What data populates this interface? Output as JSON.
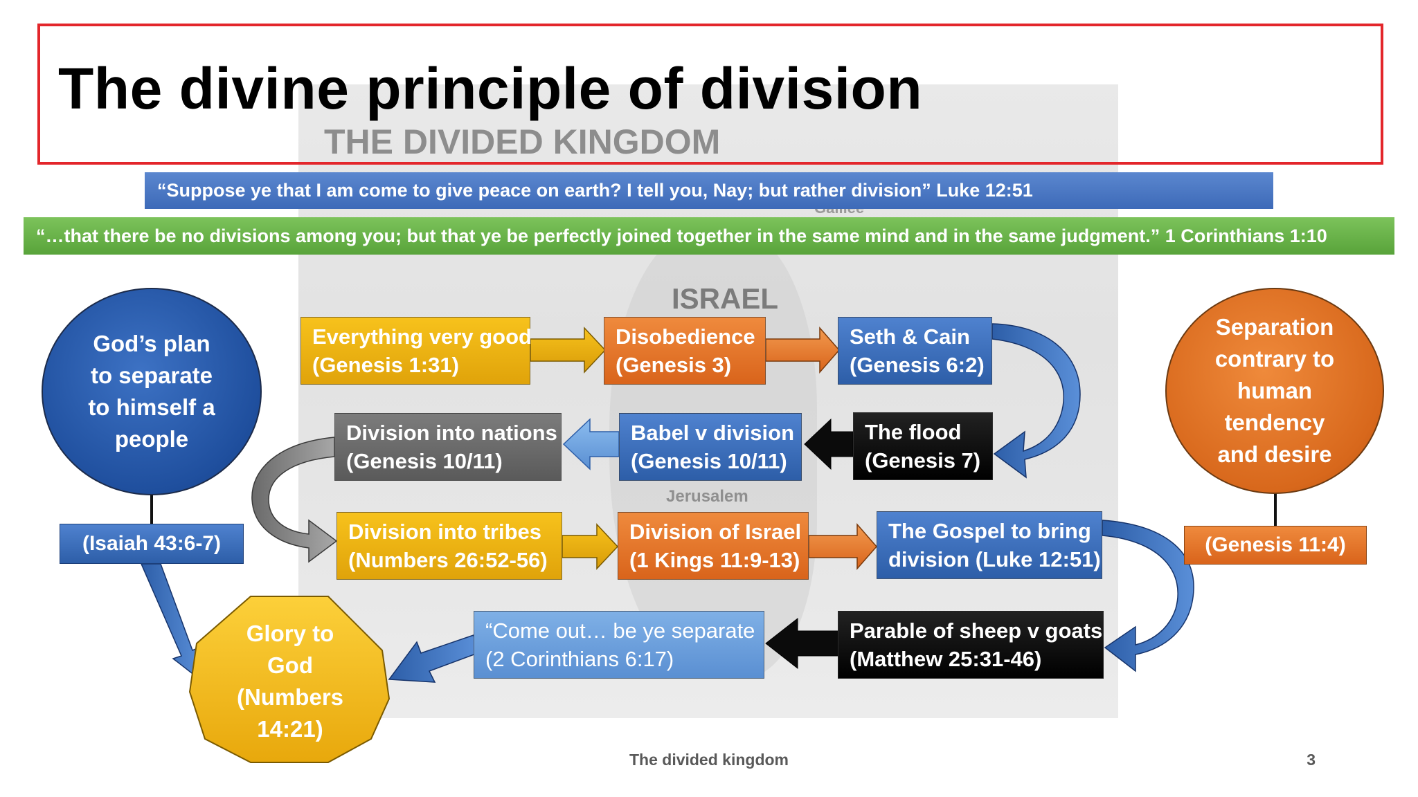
{
  "slide": {
    "title": "The divine principle of division",
    "footer": "The divided kingdom",
    "page_number": "3"
  },
  "map": {
    "heading": "THE DIVIDED KINGDOM",
    "labels": {
      "israel": "ISRAEL",
      "jerusalem": "Jerusalem",
      "galilee": "Galilee"
    }
  },
  "quotes": {
    "luke": "“Suppose ye that I am come to give peace on earth? I tell you, Nay; but rather division” Luke 12:51",
    "corinthians": "“…that there be no divisions among you; but that ye be perfectly joined together in the same mind and in the same judgment.” 1 Corinthians 1:10"
  },
  "left_circle": {
    "lines": [
      "God’s plan",
      "to separate",
      "to himself a",
      "people"
    ],
    "reference": "(Isaiah 43:6-7)"
  },
  "right_circle": {
    "lines": [
      "Separation",
      "contrary to",
      "human",
      "tendency",
      "and desire"
    ],
    "reference": "(Genesis 11:4)"
  },
  "glory": {
    "lines": [
      "Glory to",
      "God",
      "(Numbers",
      "14:21)"
    ]
  },
  "flow": {
    "everything_good": {
      "line1": "Everything very good",
      "line2": "(Genesis 1:31)"
    },
    "disobedience": {
      "line1": "Disobedience",
      "line2": "(Genesis 3)"
    },
    "seth_cain": {
      "line1": "Seth & Cain",
      "line2": "(Genesis 6:2)"
    },
    "the_flood": {
      "line1": "The flood",
      "line2": "(Genesis 7)"
    },
    "babel": {
      "line1": "Babel v division",
      "line2": "(Genesis 10/11)"
    },
    "nations": {
      "line1": "Division into nations",
      "line2": "(Genesis 10/11)"
    },
    "tribes": {
      "line1": "Division into tribes",
      "line2": "(Numbers 26:52-56)"
    },
    "israel": {
      "line1": "Division of Israel",
      "line2": "(1 Kings 11:9-13)"
    },
    "gospel": {
      "line1": "The Gospel to bring",
      "line2": "division (Luke 12:51)"
    },
    "parable": {
      "line1": "Parable of sheep v goats",
      "line2": "(Matthew 25:31-46)"
    },
    "come_out": {
      "line1": "“Come out… be ye separate",
      "line2": "(2 Corinthians 6:17)"
    }
  },
  "colors": {
    "title_frame": "#e3262b",
    "blue": "#2d5ea8",
    "orange": "#d9641b",
    "yellow": "#f2b511",
    "green": "#58a33a",
    "gray": "#5a5a5a",
    "black": "#000000",
    "light_blue": "#5a8fd2"
  }
}
